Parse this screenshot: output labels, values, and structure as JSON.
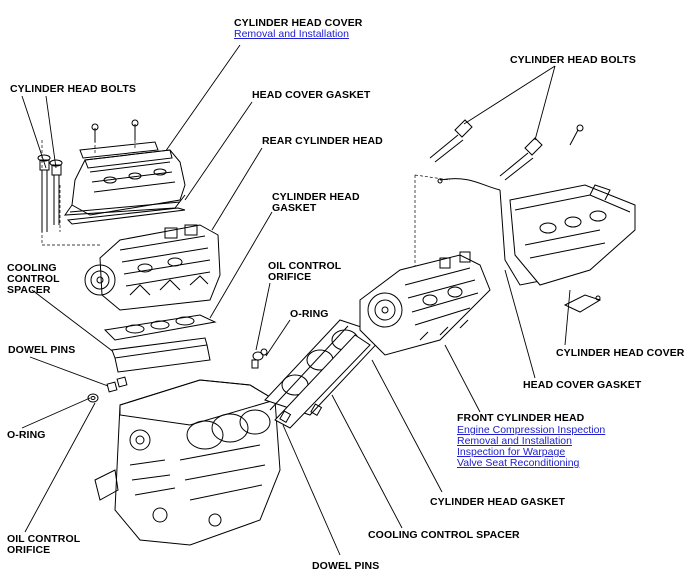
{
  "labels": {
    "cyl_head_cover_top": "CYLINDER HEAD COVER",
    "head_cover_gasket_top": "HEAD COVER GASKET",
    "rear_cylinder_head": "REAR CYLINDER HEAD",
    "cyl_head_gasket_top_1": "CYLINDER HEAD",
    "cyl_head_gasket_top_2": "GASKET",
    "cyl_head_bolts_left": "CYLINDER HEAD BOLTS",
    "cyl_head_bolts_right": "CYLINDER HEAD BOLTS",
    "cooling_spacer_left_1": "COOLING",
    "cooling_spacer_left_2": "CONTROL",
    "cooling_spacer_left_3": "SPACER",
    "oil_orifice_mid_1": "OIL CONTROL",
    "oil_orifice_mid_2": "ORIFICE",
    "oring_mid": "O-RING",
    "dowel_pins_left": "DOWEL PINS",
    "oring_left": "O-RING",
    "oil_orifice_left_1": "OIL CONTROL",
    "oil_orifice_left_2": "ORIFICE",
    "cyl_head_cover_right": "CYLINDER HEAD COVER",
    "head_cover_gasket_right": "HEAD COVER GASKET",
    "front_cylinder_head": "FRONT CYLINDER HEAD",
    "cyl_head_gasket_bottom": "CYLINDER HEAD GASKET",
    "cooling_spacer_bottom": "COOLING CONTROL SPACER",
    "dowel_pins_bottom": "DOWEL PINS"
  },
  "links": {
    "cover_removal": "Removal and Installation",
    "engine_compression": "Engine Compression Inspection",
    "front_removal": "Removal and Installation",
    "warpage": "Inspection for Warpage",
    "valve_seat": "Valve Seat Reconditioning"
  },
  "colors": {
    "ink": "#000000",
    "link": "#2020d0",
    "background": "#ffffff"
  }
}
